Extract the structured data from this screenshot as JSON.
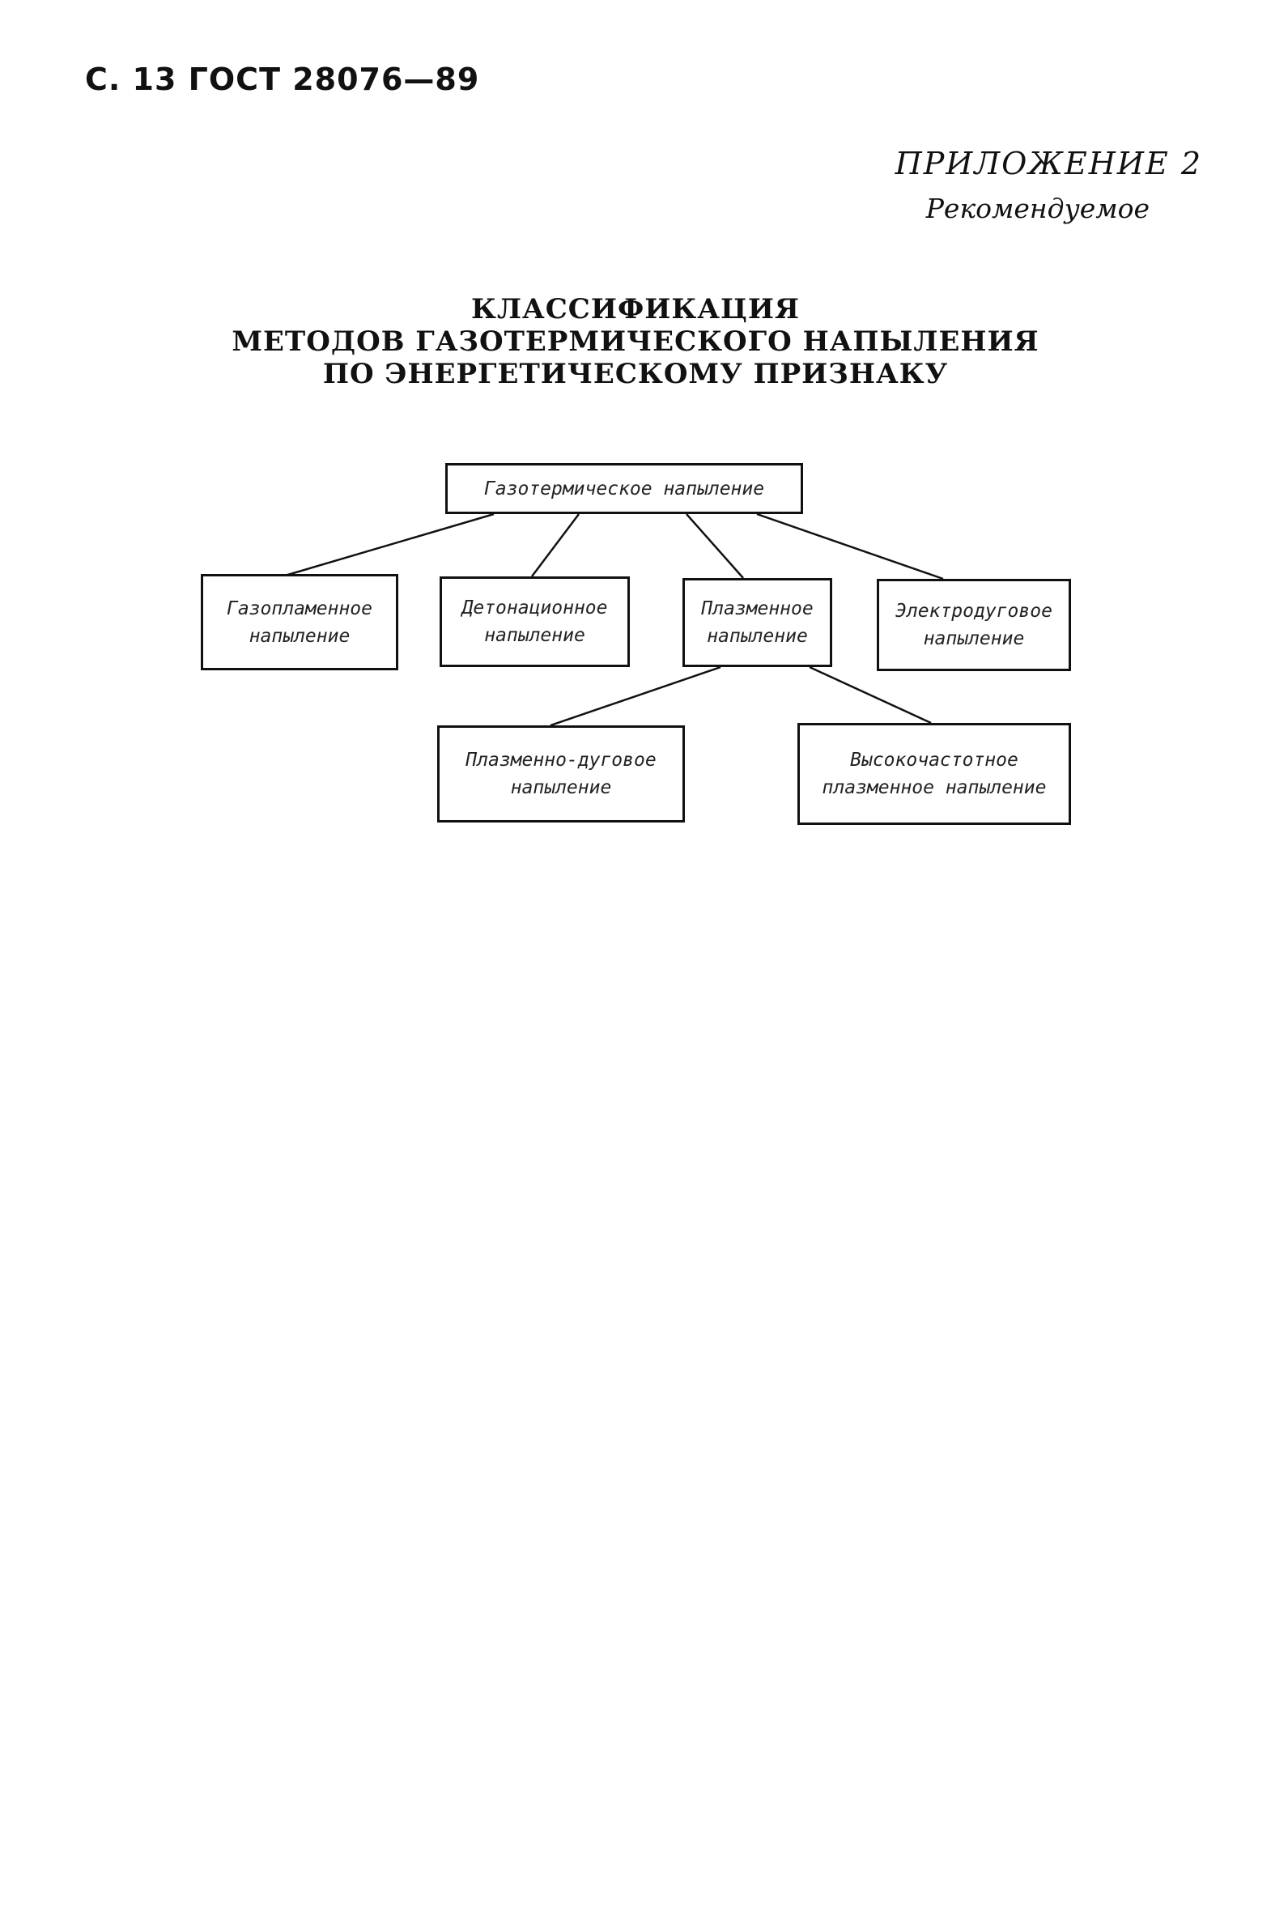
{
  "header": {
    "page_ref": "С. 13 ГОСТ 28076—89"
  },
  "appendix": {
    "title": "ПРИЛОЖЕНИЕ 2",
    "status": "Рекомендуемое"
  },
  "document_title": {
    "lines": [
      "КЛАССИФИКАЦИЯ",
      "МЕТОДОВ ГАЗОТЕРМИЧЕСКОГО НАПЫЛЕНИЯ",
      "ПО ЭНЕРГЕТИЧЕСКОМУ ПРИЗНАКУ"
    ]
  },
  "diagram": {
    "root": {
      "line1": "Газотермическое напыление"
    },
    "level1": [
      {
        "line1": "Газопламенное",
        "line2": "напыление"
      },
      {
        "line1": "Детонационное",
        "line2": "напыление"
      },
      {
        "line1": "Плазменное",
        "line2": "напыление"
      },
      {
        "line1": "Электродуговое",
        "line2": "напыление"
      }
    ],
    "level2": [
      {
        "line1": "Плазменно-дуговое",
        "line2": "напыление"
      },
      {
        "line1": "Высокочастотное",
        "line2": "плазменное напыление"
      }
    ]
  }
}
